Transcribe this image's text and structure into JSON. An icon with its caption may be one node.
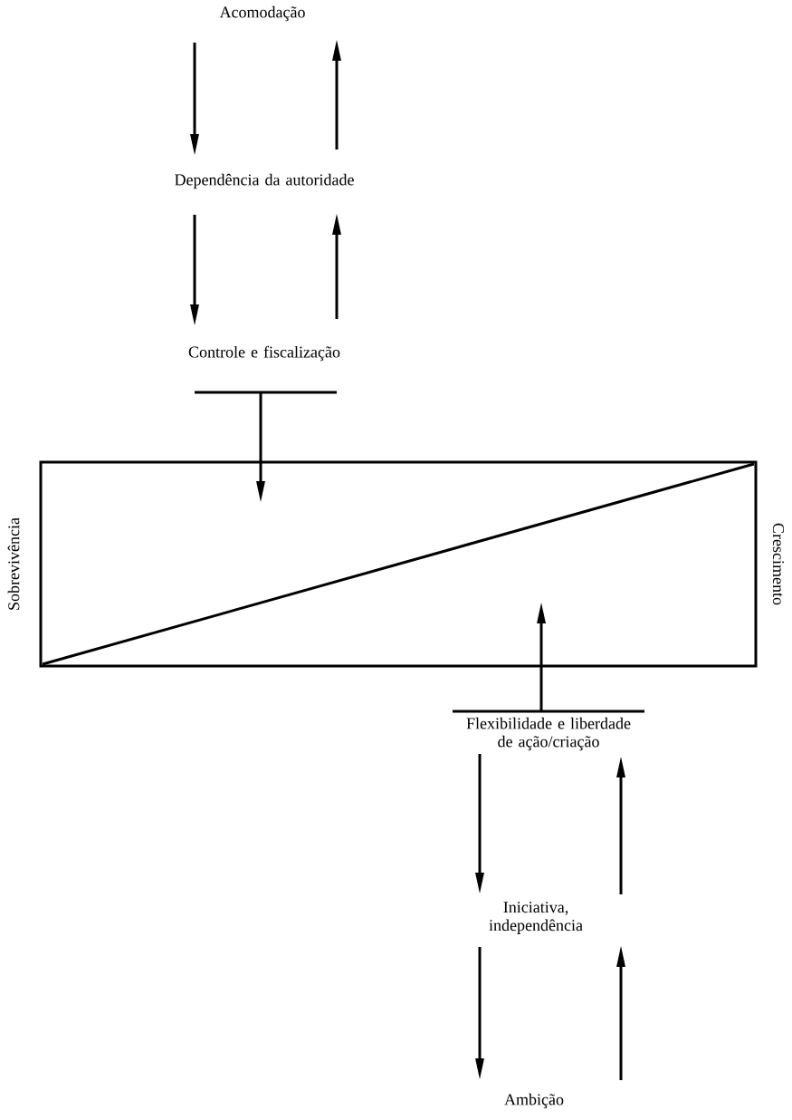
{
  "diagram": {
    "nodes": [
      {
        "text": [
          "Acomodação"
        ]
      },
      {
        "text": [
          "Dependência da autoridade"
        ]
      },
      {
        "text": [
          "Controle e fiscalização"
        ]
      },
      {
        "text": [],
        "shape": "box",
        "beside": [
          "Sobrevivência",
          "Crescimento"
        ]
      },
      {
        "text": [
          "Flexibilidade e liberdade de ação/criação"
        ]
      },
      {
        "text": [
          "Iniciativa, independência"
        ]
      },
      {
        "text": [
          "Ambição"
        ]
      }
    ],
    "edges": [
      {
        "from": 0,
        "to": 1,
        "arrow": "to"
      },
      {
        "from": 1,
        "to": 0,
        "arrow": "to"
      },
      {
        "from": 1,
        "to": 2,
        "arrow": "to"
      },
      {
        "from": 2,
        "to": 1,
        "arrow": "to"
      },
      {
        "from": 2,
        "to": 3,
        "arrow": "to"
      },
      {
        "from": 4,
        "to": 3,
        "arrow": "to"
      },
      {
        "from": 4,
        "to": 5,
        "arrow": "to"
      },
      {
        "from": 5,
        "to": 4,
        "arrow": "to"
      },
      {
        "from": 5,
        "to": 6,
        "arrow": "to"
      },
      {
        "from": 6,
        "to": 5,
        "arrow": "to"
      }
    ]
  }
}
